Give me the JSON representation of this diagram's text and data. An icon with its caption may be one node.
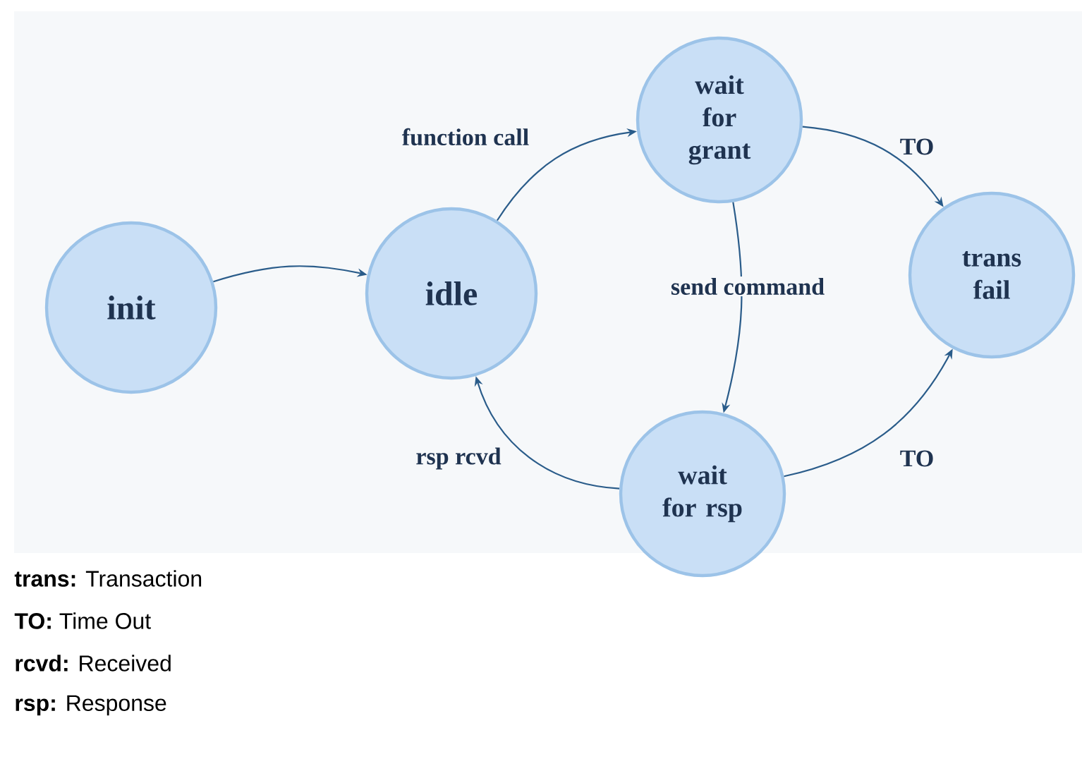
{
  "diagram": {
    "nodes": [
      {
        "text": [
          "init"
        ]
      },
      {
        "text": [
          "idle"
        ]
      },
      {
        "text": [
          "wait for grant"
        ]
      },
      {
        "text": [
          "trans fail"
        ]
      },
      {
        "text": [
          "wait for rsp"
        ]
      }
    ],
    "edges": [
      {
        "from": 0,
        "to": 1,
        "arrow": "to"
      },
      {
        "from": 1,
        "to": 2,
        "arrow": "to",
        "label": "function call"
      },
      {
        "from": 2,
        "to": 3,
        "arrow": "to",
        "label": "TO"
      },
      {
        "from": 2,
        "to": 4,
        "arrow": "to",
        "label": "send command"
      },
      {
        "from": 4,
        "to": 1,
        "arrow": "to",
        "label": "rsp rcvd"
      },
      {
        "from": 4,
        "to": 3,
        "arrow": "to",
        "label": "TO"
      }
    ],
    "labels": [
      "**trans:** Transaction",
      "**TO:** Time Out",
      "**rcvd:** Received",
      "**rsp:** Response"
    ]
  }
}
